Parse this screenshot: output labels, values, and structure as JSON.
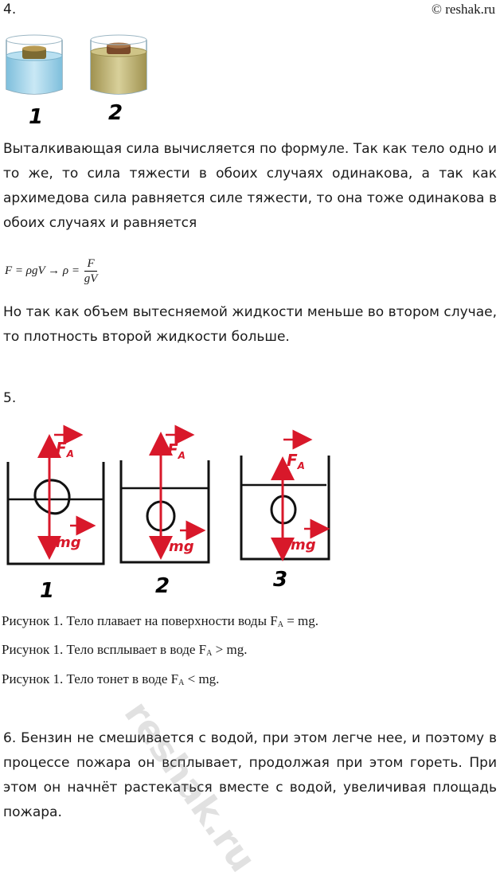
{
  "header": {
    "task4_number": "4.",
    "site": "© reshak.ru"
  },
  "task4": {
    "figure_labels": [
      "1",
      "2"
    ],
    "paragraph1": "Выталкивающая сила вычисляется по формуле. Так как тело одно и то же, то сила тяжести в обоих случаях одинакова, а так как архимедова сила равняется силе тяжести, то она тоже одинакова в обоих случаях и равняется",
    "formula_left": "F = ρgV → ρ =",
    "formula_num": "F",
    "formula_den": "gV",
    "paragraph2": "Но так как объем вытесняемой жидкости меньше во втором случае, то плотность второй жидкости больше."
  },
  "task5": {
    "number": "5.",
    "force_top": "F",
    "force_top_sub": "A",
    "force_bottom": "mg",
    "figure_labels": [
      "1",
      "2",
      "3"
    ],
    "lines": [
      {
        "text": "Рисунок 1. Тело плавает на поверхности воды F",
        "sub": "A",
        "rest": " = mg."
      },
      {
        "text": "Рисунок 1. Тело всплывает в воде F",
        "sub": "A",
        "rest": " > mg."
      },
      {
        "text": "Рисунок 1. Тело тонет в воде F",
        "sub": "A",
        "rest": " < mg."
      }
    ]
  },
  "task6": {
    "text": "6. Бензин не смешивается с водой, при этом легче нее, и поэтому в процессе пожара он всплывает, продолжая при этом гореть. При этом он начнёт растекаться вместе с водой, увеличивая площадь пожара."
  },
  "watermark": "reshak.ru",
  "colors": {
    "water1": "#9fd0e6",
    "water2": "#b8ad72",
    "body": "#8a7a3c",
    "force": "#d8182a"
  }
}
